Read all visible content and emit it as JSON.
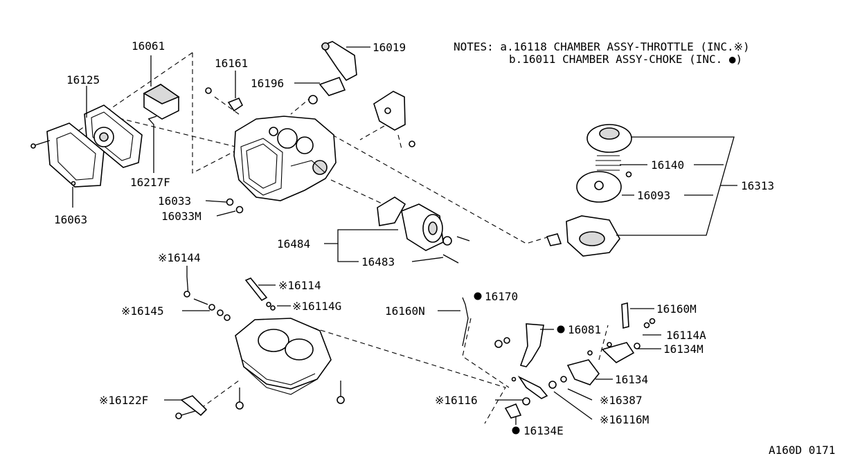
{
  "notes": {
    "line1": "NOTES: a.16118 CHAMBER ASSY-THROTTLE (INC.※)",
    "line2": "b.16011 CHAMBER ASSY-CHOKE (INC. ●)"
  },
  "labels": {
    "p16061": "16061",
    "p16125": "16125",
    "p16063": "16063",
    "p16217F": "16217F",
    "p16161": "16161",
    "p16196": "16196",
    "p16019": "16019",
    "p16033": "16033",
    "p16033M": "16033M",
    "p16484": "16484",
    "p16483": "16483",
    "p16140": "16140",
    "p16093": "16093",
    "p16313": "16313",
    "p16144": "※16144",
    "p16114": "※16114",
    "p16114G": "※16114G",
    "p16145": "※16145",
    "p16122F": "※16122F",
    "p16170": "16170",
    "p16160N": "16160N",
    "p16081": "16081",
    "p16160M": "16160M",
    "p16114A": "16114A",
    "p16134M": "16134M",
    "p16134": "16134",
    "p16387": "※16387",
    "p16116": "※16116",
    "p16116M": "※16116M",
    "p16134E": "16134E"
  },
  "footer": {
    "code": "A160D 0171"
  }
}
